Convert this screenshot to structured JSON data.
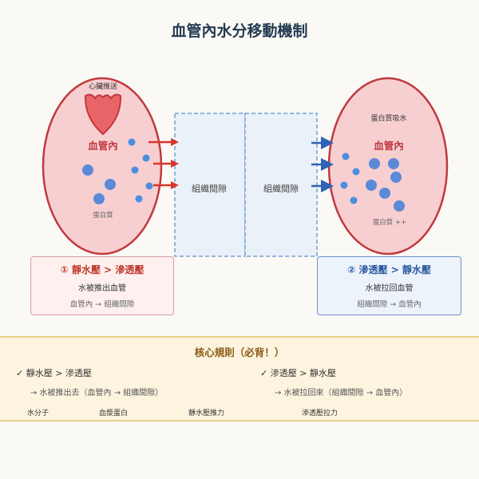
{
  "title": "血管內水分移動機制",
  "left_vessel": {
    "heart_label": "心臟推送",
    "label": "血管內",
    "protein_label": "蛋白質"
  },
  "right_vessel": {
    "absorb_label": "蛋白質吸水",
    "label": "血管內",
    "protein_label": "蛋白質 ++"
  },
  "tissue": {
    "left_label": "組織間隙",
    "right_label": "組織間隙"
  },
  "box_left": {
    "title": "① 靜水壓 > 滲透壓",
    "line1": "水被推出血管",
    "line2": "血管內 → 組織間隙"
  },
  "box_right": {
    "title": "② 滲透壓 > 靜水壓",
    "line1": "水被拉回血管",
    "line2": "組織間隙 → 血管內"
  },
  "rules": {
    "title": "核心規則（必背！）",
    "left_rule": "✓ 靜水壓 > 滲透壓",
    "left_detail": "→ 水被推出去（血管內 → 組織間隙）",
    "right_rule": "✓ 滲透壓 > 靜水壓",
    "right_detail": "→ 水被拉回來（組織間隙 → 血管內）"
  },
  "legend": {
    "water": "水分子",
    "protein": "血漿蛋白",
    "hydrostatic": "靜水壓推力",
    "osmotic": "滲透壓拉力"
  },
  "colors": {
    "vessel_fill": "#f8cfd0",
    "vessel_stroke": "#c0393f",
    "tissue_fill": "#eaf1f9",
    "tissue_stroke": "#6f9fd6",
    "water": "#4a8fe0",
    "protein": "#5b8ad8",
    "push_arrow": "#d9352e",
    "pull_arrow": "#2f62b8"
  }
}
